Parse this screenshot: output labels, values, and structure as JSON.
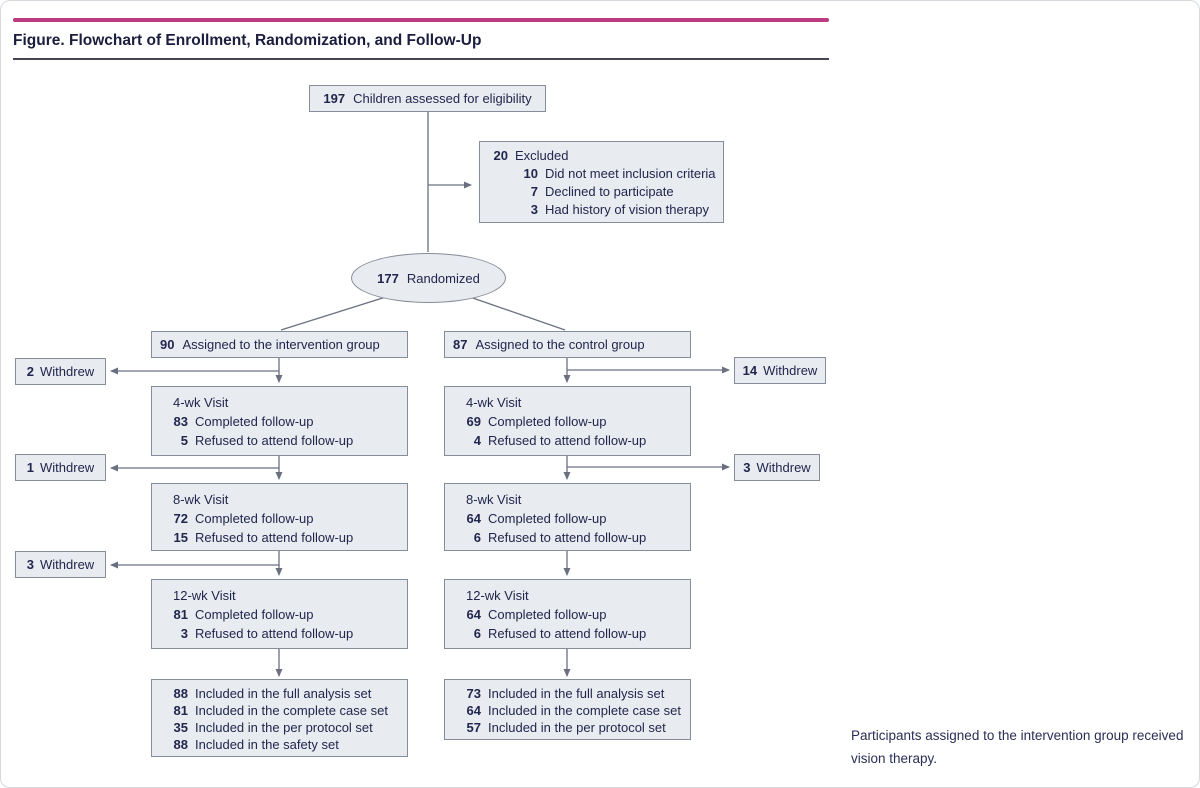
{
  "header": {
    "title": "Figure. Flowchart of Enrollment, Randomization, and Follow-Up",
    "accent_color": "#bd3a80"
  },
  "caption": "Participants assigned to the intervention group received vision therapy.",
  "flow": {
    "assessed": {
      "n": "197",
      "label": "Children assessed for eligibility"
    },
    "excluded": {
      "n": "20",
      "label": "Excluded",
      "reasons": [
        {
          "n": "10",
          "label": "Did not meet inclusion criteria"
        },
        {
          "n": "7",
          "label": "Declined to participate"
        },
        {
          "n": "3",
          "label": "Had history of vision therapy"
        }
      ]
    },
    "randomized": {
      "n": "177",
      "label": "Randomized"
    },
    "intervention": {
      "assigned": {
        "n": "90",
        "label": "Assigned to the intervention group"
      },
      "withdrew": [
        {
          "n": "2",
          "label": "Withdrew"
        },
        {
          "n": "1",
          "label": "Withdrew"
        },
        {
          "n": "3",
          "label": "Withdrew"
        }
      ],
      "visits": [
        {
          "title": "4-wk Visit",
          "completed": {
            "n": "83",
            "label": "Completed follow-up"
          },
          "refused": {
            "n": "5",
            "label": "Refused to attend follow-up"
          }
        },
        {
          "title": "8-wk Visit",
          "completed": {
            "n": "72",
            "label": "Completed follow-up"
          },
          "refused": {
            "n": "15",
            "label": "Refused to attend follow-up"
          }
        },
        {
          "title": "12-wk Visit",
          "completed": {
            "n": "81",
            "label": "Completed follow-up"
          },
          "refused": {
            "n": "3",
            "label": "Refused to attend follow-up"
          }
        }
      ],
      "analysis": [
        {
          "n": "88",
          "label": "Included in the full analysis set"
        },
        {
          "n": "81",
          "label": "Included in the complete case set"
        },
        {
          "n": "35",
          "label": "Included in the per protocol set"
        },
        {
          "n": "88",
          "label": "Included in the safety set"
        }
      ]
    },
    "control": {
      "assigned": {
        "n": "87",
        "label": "Assigned to the control group"
      },
      "withdrew": [
        {
          "n": "14",
          "label": "Withdrew"
        },
        {
          "n": "3",
          "label": "Withdrew"
        }
      ],
      "visits": [
        {
          "title": "4-wk Visit",
          "completed": {
            "n": "69",
            "label": "Completed follow-up"
          },
          "refused": {
            "n": "4",
            "label": "Refused to attend follow-up"
          }
        },
        {
          "title": "8-wk Visit",
          "completed": {
            "n": "64",
            "label": "Completed follow-up"
          },
          "refused": {
            "n": "6",
            "label": "Refused to attend follow-up"
          }
        },
        {
          "title": "12-wk Visit",
          "completed": {
            "n": "64",
            "label": "Completed follow-up"
          },
          "refused": {
            "n": "6",
            "label": "Refused to attend follow-up"
          }
        }
      ],
      "analysis": [
        {
          "n": "73",
          "label": "Included in the full analysis set"
        },
        {
          "n": "64",
          "label": "Included in the complete case set"
        },
        {
          "n": "57",
          "label": "Included in the per protocol set"
        }
      ]
    }
  }
}
